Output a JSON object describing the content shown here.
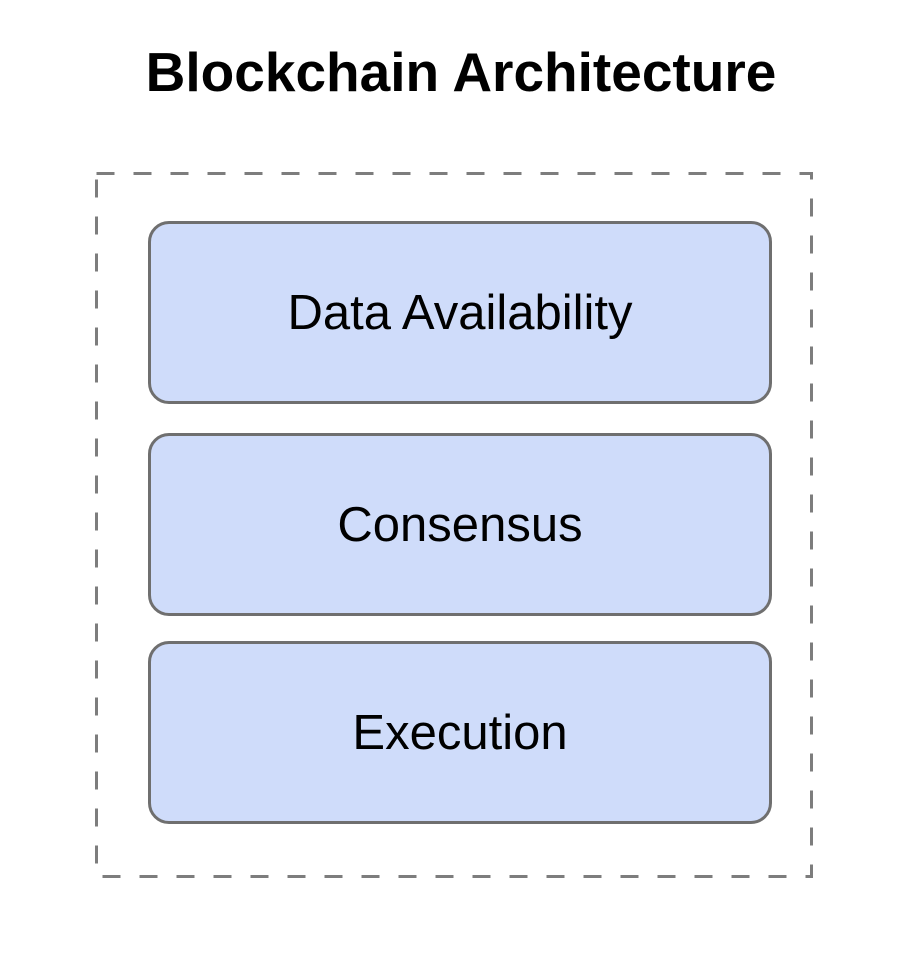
{
  "title": "Blockchain Architecture",
  "diagram": {
    "layers": [
      {
        "label": "Data Availability"
      },
      {
        "label": "Consensus"
      },
      {
        "label": "Execution"
      }
    ],
    "colors": {
      "layer_fill": "#cfdcfa",
      "layer_border": "#6f6f6f",
      "container_border": "#7d7d7d",
      "title_text": "#000000",
      "background": "#ffffff"
    }
  }
}
